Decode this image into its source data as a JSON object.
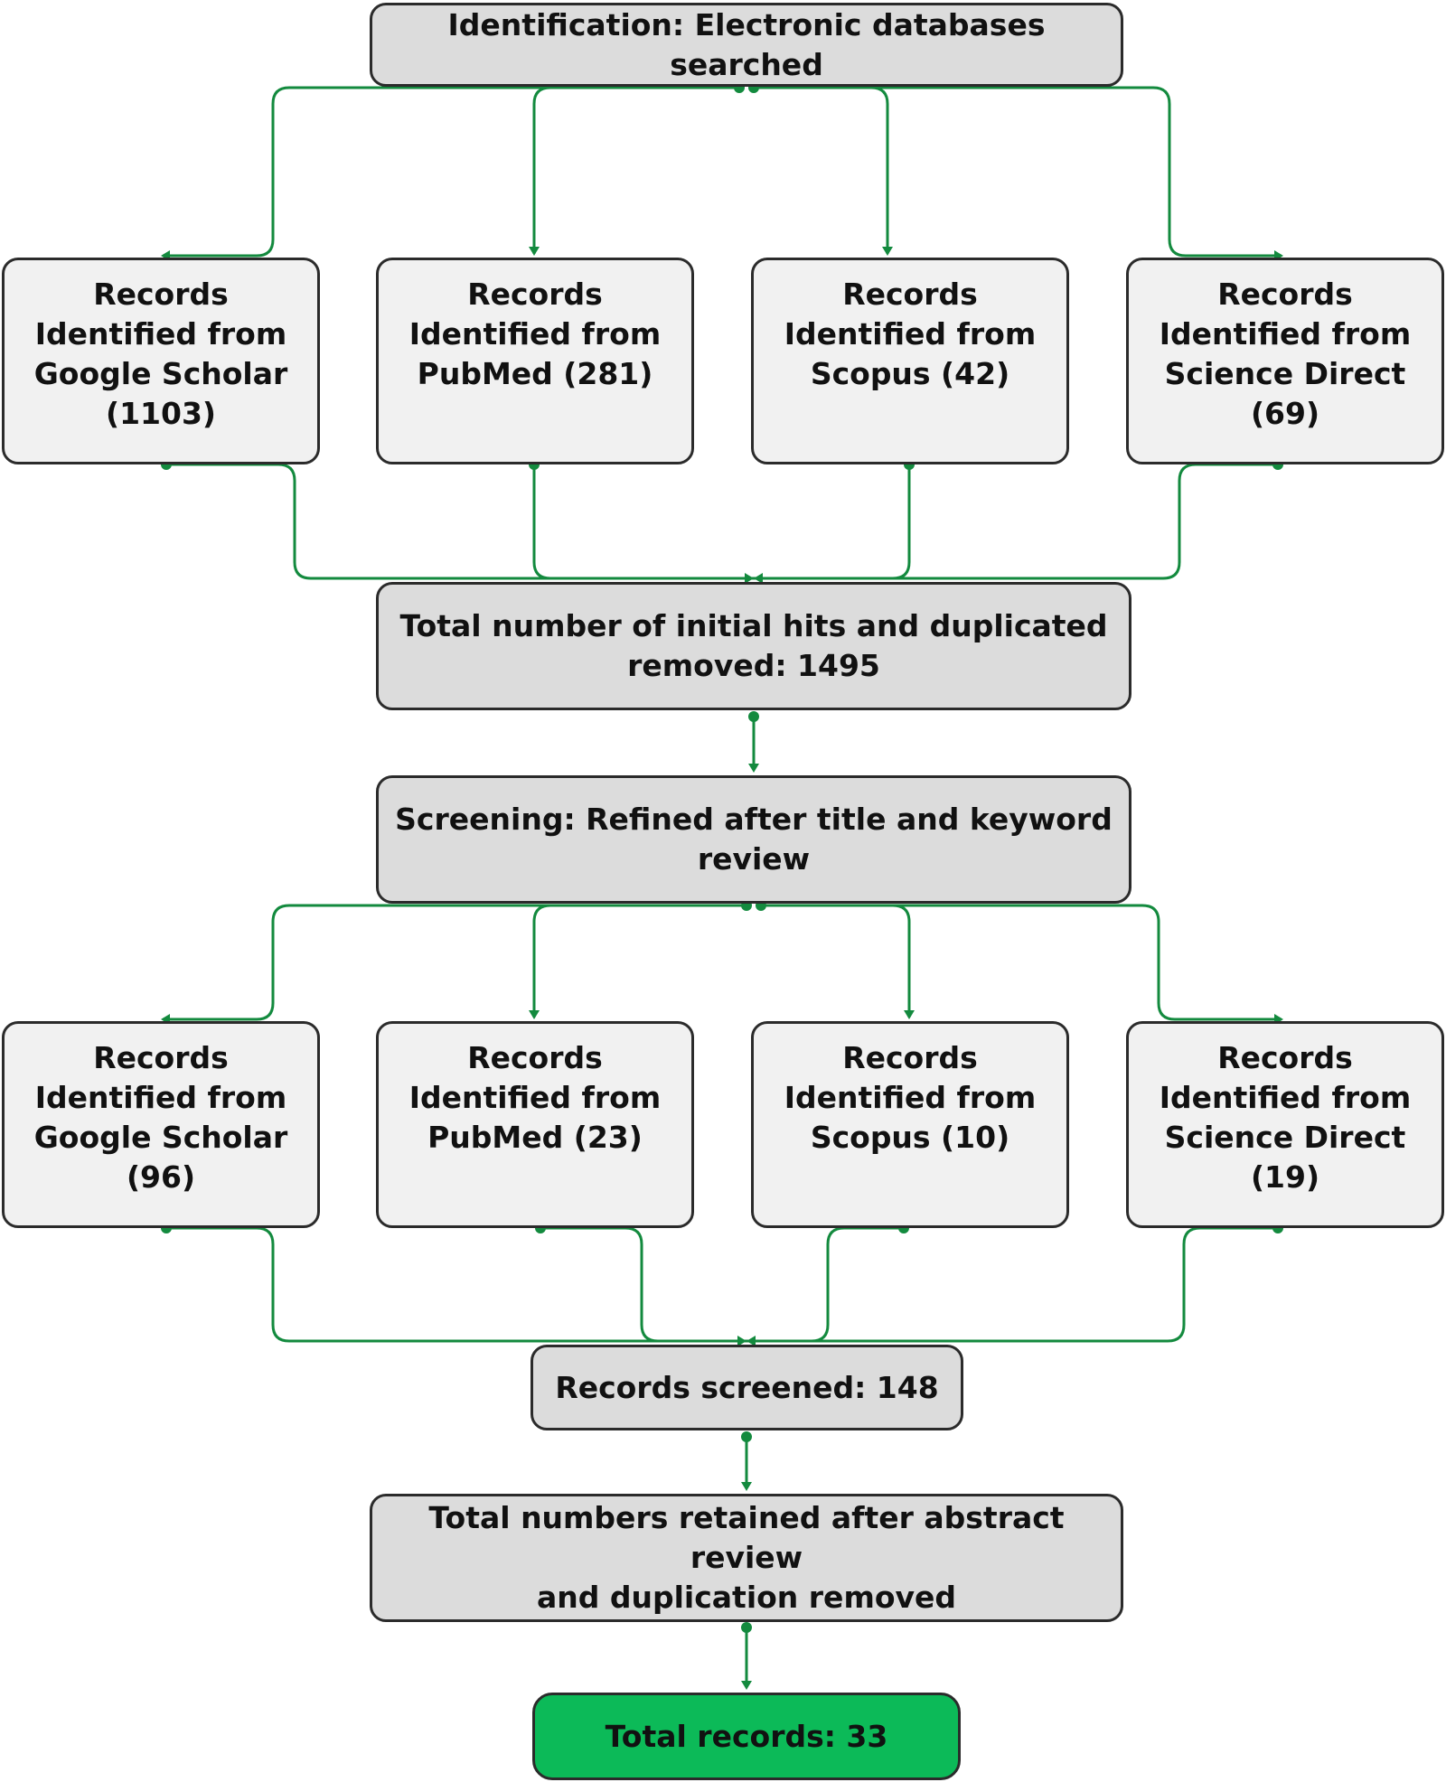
{
  "nodes": {
    "identification": "Identification: Electronic databases searched",
    "initial": {
      "google": "Records\nIdentified from\nGoogle Scholar\n(1103)",
      "pubmed": "Records\nIdentified from\nPubMed (281)",
      "scopus": "Records\nIdentified from\nScopus (42)",
      "sciencedirect": "Records\nIdentified from\nScience Direct\n(69)"
    },
    "total_initial": "Total number of initial hits and duplicated\nremoved:  1495",
    "screening": "Screening: Refined after title and keyword\nreview",
    "refined": {
      "google": "Records\nIdentified from\nGoogle Scholar\n(96)",
      "pubmed": "Records\nIdentified from\nPubMed (23)",
      "scopus": "Records\nIdentified from\nScopus (10)",
      "sciencedirect": "Records\nIdentified from\nScience Direct\n(19)"
    },
    "screened": "Records screened: 148",
    "retained": "Total numbers retained after abstract review\nand duplication removed",
    "final": "Total records: 33"
  },
  "colors": {
    "connector": "#138a3e",
    "box_fill": "#dcdcdc",
    "db_fill": "#f1f1f1",
    "final_fill": "#0cba58",
    "border": "#2b2b2b"
  }
}
